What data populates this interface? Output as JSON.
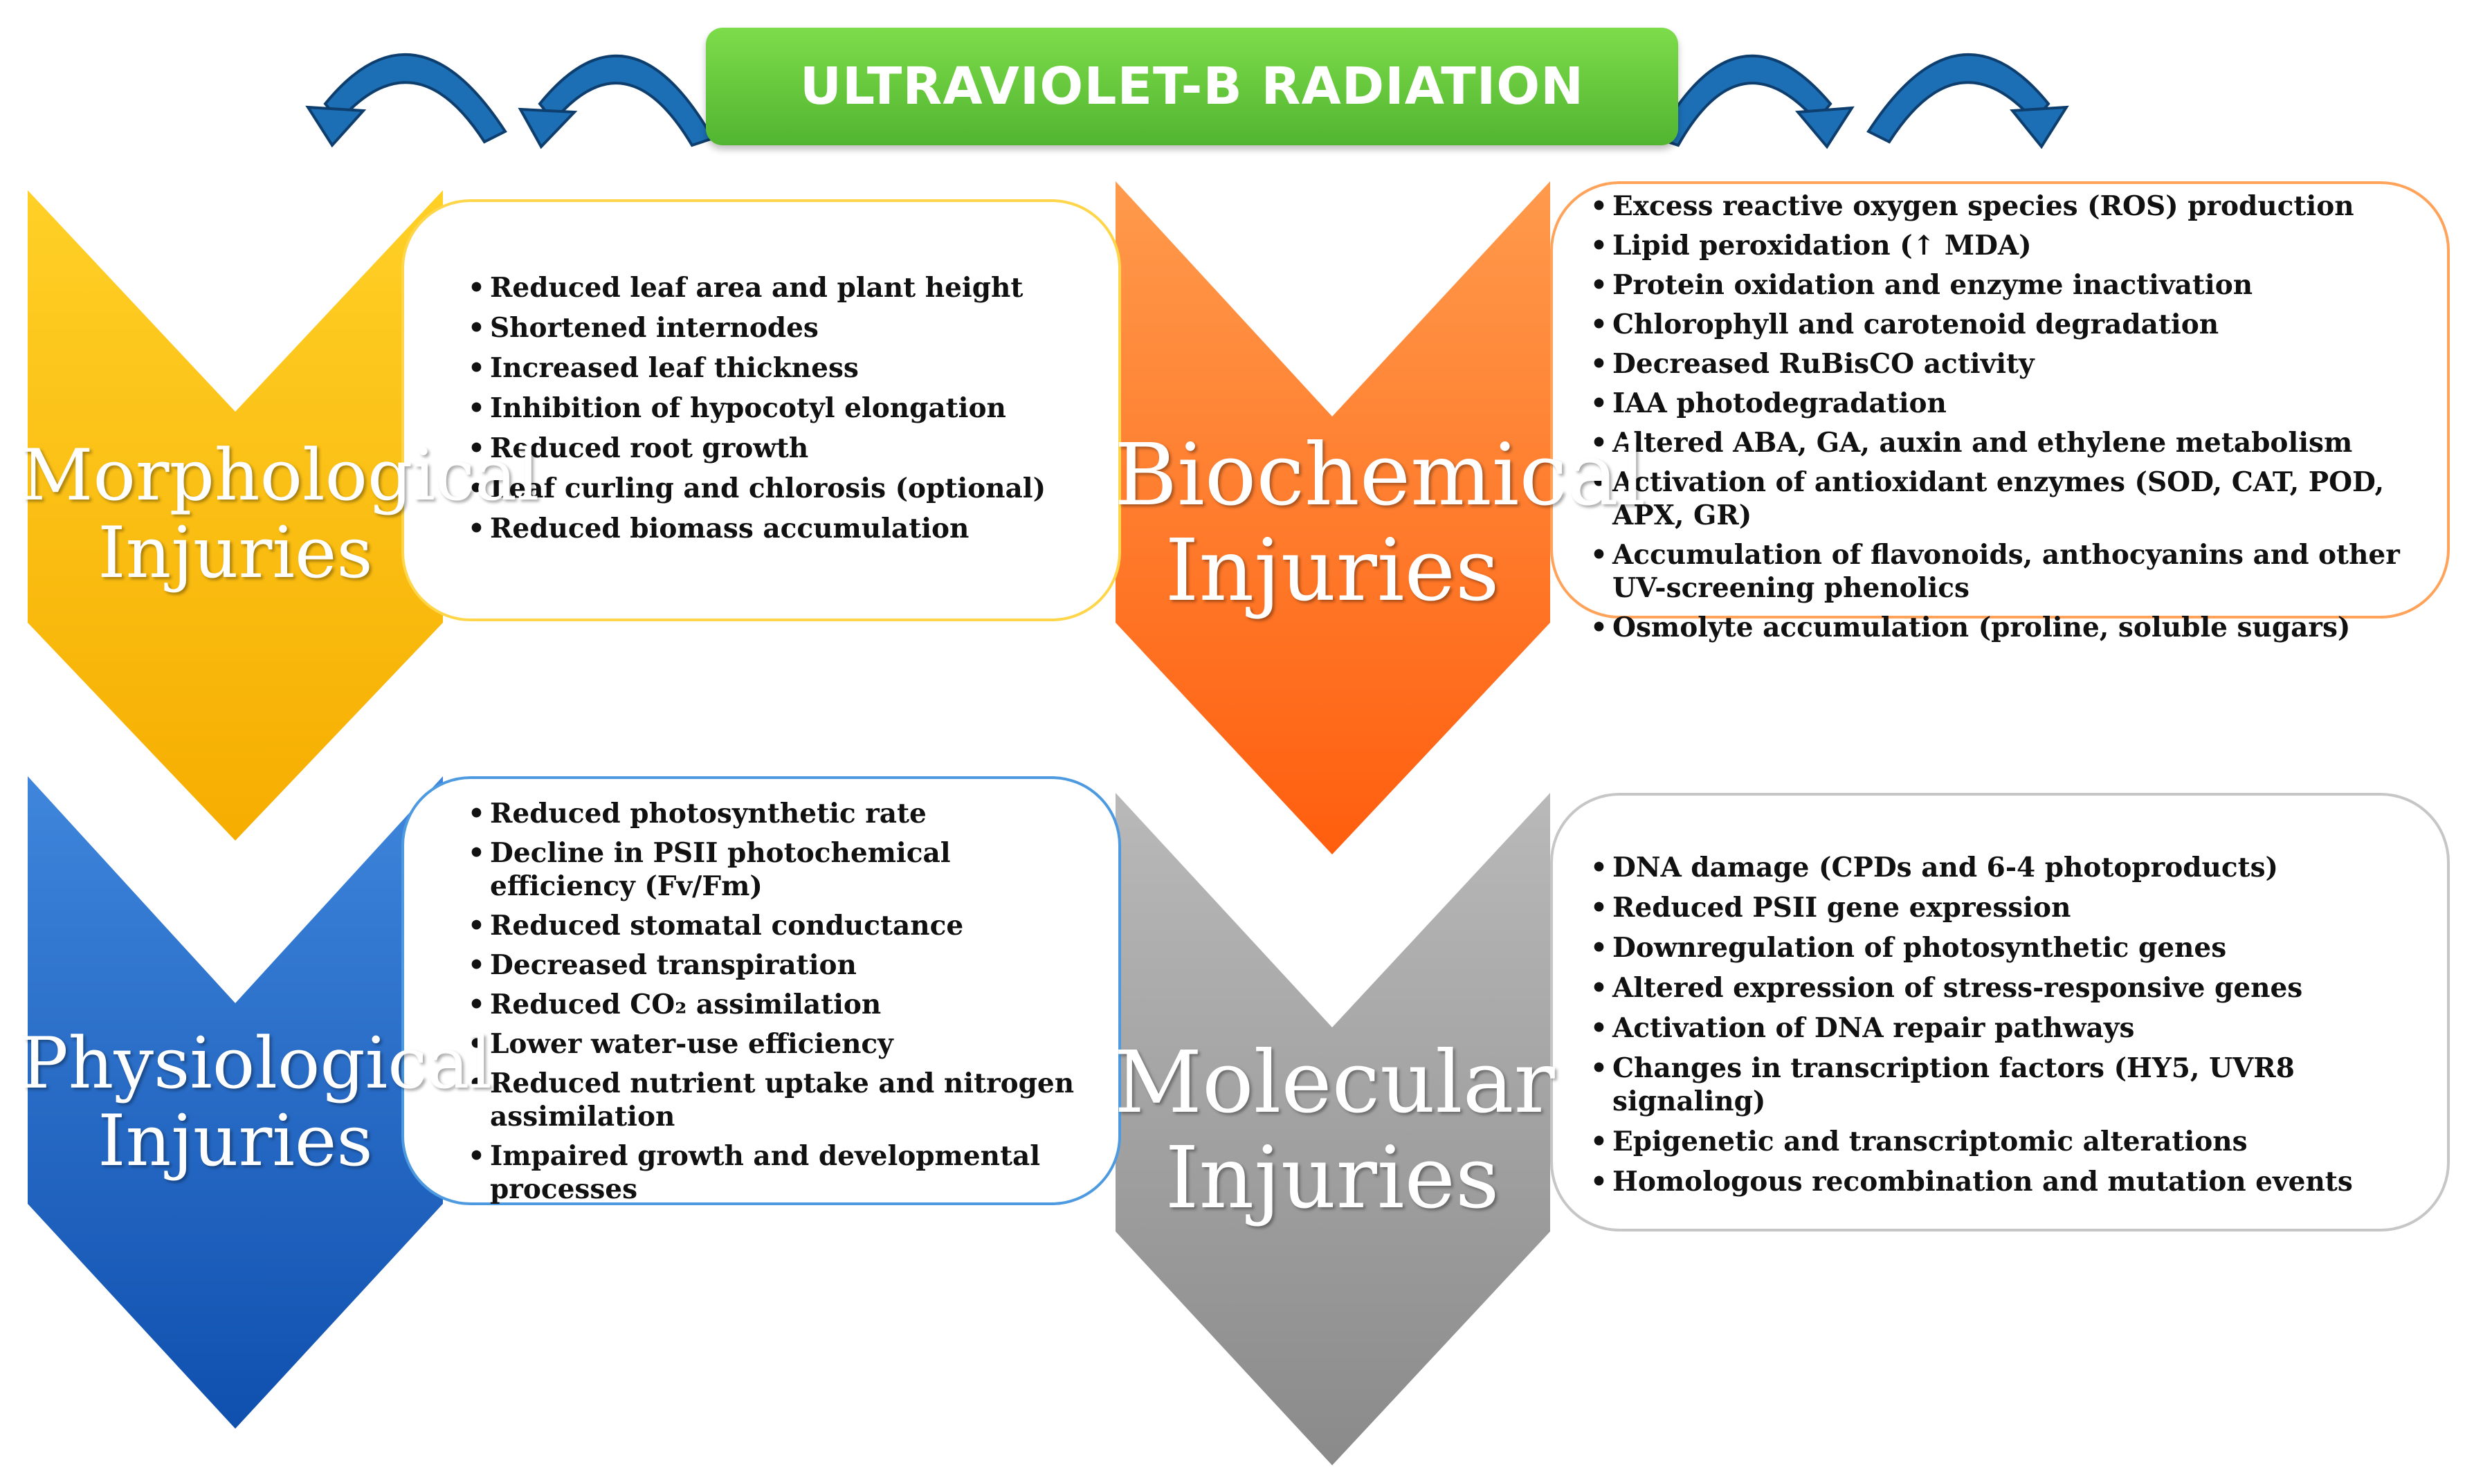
{
  "title": "ULTRAVIOLET-B RADIATION",
  "colors": {
    "banner": "#5cc236",
    "morphological": "#ffc000",
    "biochemical": "#ff6a1a",
    "physiological": "#1a5fc0",
    "molecular": "#a5a5a5",
    "arrows": "#1c6fb5"
  },
  "icons": [
    "curved-arrow-icon"
  ],
  "sections": {
    "morphological": {
      "label_line1": "Morphological",
      "label_line2": "Injuries",
      "items": [
        "Reduced leaf area and plant height",
        "Shortened internodes",
        "Increased leaf thickness",
        "Inhibition of hypocotyl elongation",
        "Reduced root growth",
        "Leaf curling and chlorosis (optional)",
        "Reduced biomass accumulation"
      ]
    },
    "biochemical": {
      "label_line1": "Biochemical",
      "label_line2": "Injuries",
      "items": [
        "Excess reactive oxygen species (ROS) production",
        "Lipid peroxidation (↑ MDA)",
        "Protein oxidation and enzyme inactivation",
        "Chlorophyll and carotenoid degradation",
        "Decreased RuBisCO activity",
        "IAA photodegradation",
        "Altered ABA, GA, auxin and ethylene metabolism",
        "Activation of antioxidant enzymes (SOD, CAT, POD, APX, GR)",
        "Accumulation of flavonoids, anthocyanins and other UV-screening phenolics",
        "Osmolyte accumulation (proline, soluble sugars)"
      ]
    },
    "physiological": {
      "label_line1": "Physiological",
      "label_line2": "Injuries",
      "items": [
        "Reduced photosynthetic rate",
        "Decline in PSII photochemical efficiency (Fv/Fm)",
        "Reduced stomatal conductance",
        "Decreased transpiration",
        "Reduced CO₂ assimilation",
        "Lower water-use efficiency",
        "Reduced nutrient uptake and nitrogen assimilation",
        "Impaired growth and developmental processes"
      ]
    },
    "molecular": {
      "label_line1": "Molecular",
      "label_line2": "Injuries",
      "items": [
        "DNA damage (CPDs and 6-4 photoproducts)",
        "Reduced PSII gene expression",
        "Downregulation of photosynthetic genes",
        "Altered expression of stress-responsive genes",
        "Activation of DNA repair pathways",
        "Changes in transcription factors (HY5, UVR8 signaling)",
        "Epigenetic and transcriptomic alterations",
        "Homologous recombination and mutation events"
      ]
    }
  }
}
